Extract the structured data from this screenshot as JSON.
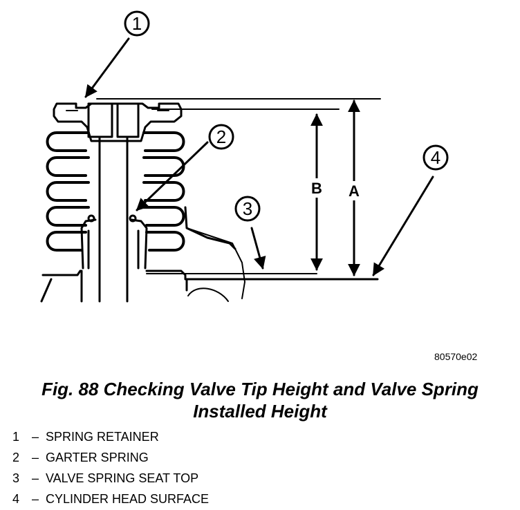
{
  "diagram": {
    "callouts": [
      "1",
      "2",
      "3",
      "4"
    ],
    "dimensions": [
      "A",
      "B"
    ]
  },
  "figure_code": "80570e02",
  "caption": {
    "line1": "Fig. 88 Checking Valve Tip Height and Valve Spring",
    "line2": "Installed Height"
  },
  "legend": [
    {
      "number": "1",
      "dash": "–",
      "text": "SPRING RETAINER"
    },
    {
      "number": "2",
      "dash": "–",
      "text": "GARTER SPRING"
    },
    {
      "number": "3",
      "dash": "–",
      "text": "VALVE SPRING SEAT TOP"
    },
    {
      "number": "4",
      "dash": "–",
      "text": "CYLINDER HEAD SURFACE"
    }
  ]
}
